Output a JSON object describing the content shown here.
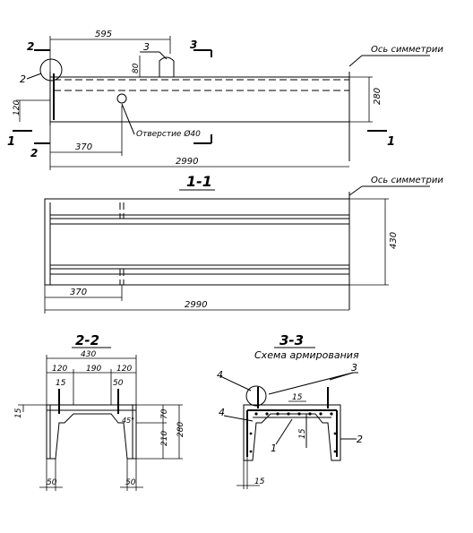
{
  "top_view": {
    "dim_595": "595",
    "section_3": "3",
    "section_2": "2",
    "callout_2": "2",
    "dim_80": "80",
    "dim_120": "120",
    "dim_280": "280",
    "dim_370": "370",
    "dim_2990": "2990",
    "section_1": "1",
    "axis_label": "Ось симметрии",
    "hole_label": "Отверстие Ø40"
  },
  "section_1_1": {
    "title": "1-1",
    "axis_label": "Ось симметрии",
    "dim_430": "430",
    "dim_370": "370",
    "dim_2990": "2990"
  },
  "section_2_2": {
    "title": "2-2",
    "dim_430": "430",
    "dim_120_left": "120",
    "dim_190": "190",
    "dim_120_right": "120",
    "dim_15_left": "15",
    "dim_50_top": "50",
    "dim_15_side": "15",
    "dim_70": "70",
    "dim_210": "210",
    "dim_280": "280",
    "angle_45": "45°",
    "dim_50_left": "50",
    "dim_50_right": "50"
  },
  "section_3_3": {
    "title": "3-3",
    "subtitle": "Схема армирования",
    "callout_4_top": "4",
    "callout_4_left": "4",
    "callout_3": "3",
    "callout_1": "1",
    "callout_2": "2",
    "dim_15_top": "15",
    "dim_15_mid": "15",
    "dim_15_bottom": "15"
  }
}
